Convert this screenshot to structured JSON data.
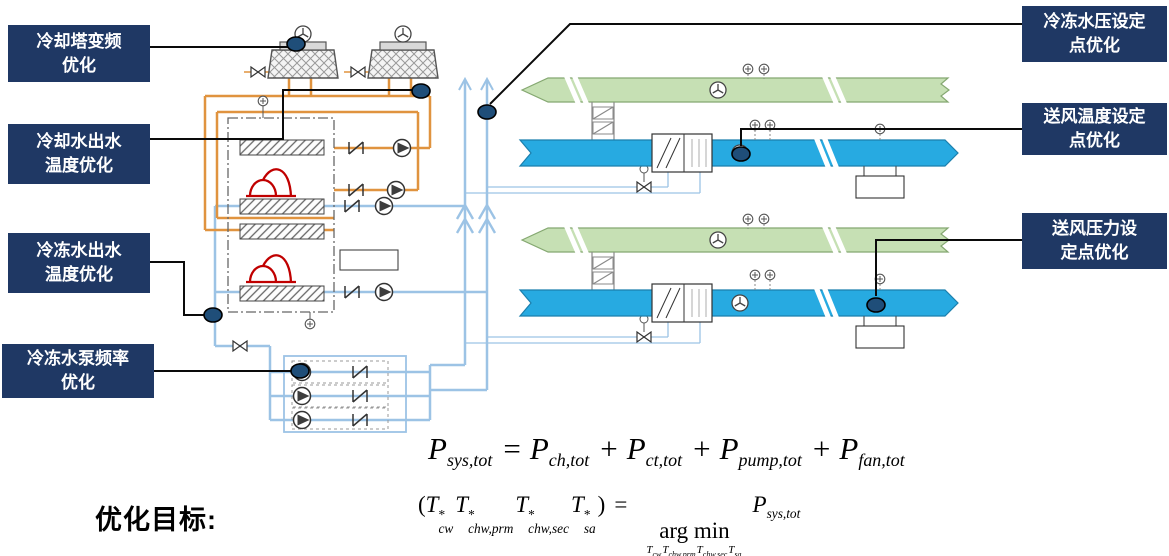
{
  "callouts": [
    {
      "id": "cooling-tower-vfd",
      "label": "冷却塔变频\n优化"
    },
    {
      "id": "cooling-water-outlet-temp",
      "label": "冷却水出水\n温度优化"
    },
    {
      "id": "chilled-water-outlet-temp",
      "label": "冷冻水出水\n温度优化"
    },
    {
      "id": "chilled-water-pump-frequency",
      "label": "冷冻水泵频率\n优化"
    },
    {
      "id": "chilled-water-pressure-setpoint",
      "label": "冷冻水压设定\n点优化"
    },
    {
      "id": "supply-air-temp-setpoint",
      "label": "送风温度设定\n点优化"
    },
    {
      "id": "supply-air-pressure-setpoint",
      "label": "送风压力设\n定点优化"
    }
  ],
  "objective_label": "优化目标:",
  "formulas": {
    "power": {
      "t1b": "P",
      "t1s": "sys,tot",
      "eq": "=",
      "t2b": "P",
      "t2s": "ch,tot",
      "p1": "+",
      "t3b": "P",
      "t3s": "ct,tot",
      "p2": "+",
      "t4b": "P",
      "t4s": "pump,tot",
      "p3": "+",
      "t5b": "P",
      "t5s": "fan,tot"
    },
    "argmin": {
      "open": "(",
      "v1b": "T",
      "v1p": "*",
      "v1s": "cw",
      "v2b": "T",
      "v2p": "*",
      "v2s": "chw,prm",
      "v3b": "T",
      "v3p": "*",
      "v3s": "chw,sec",
      "v4b": "T",
      "v4p": "*",
      "v4s": "sa",
      "close": ")",
      "eq": "=",
      "op": "arg min",
      "u1b": "T",
      "u1s": "cw",
      "u2b": "T",
      "u2s": "chw,prm",
      "u3b": "T",
      "u3s": "chw,sec",
      "u4b": "T",
      "u4s": "sa",
      "rb": "P",
      "rs": "sys,tot"
    }
  },
  "colors": {
    "callout_bg": "#1F3864",
    "callout_text": "#FFFFFF",
    "marker_dot": "#1F4E79",
    "supply_air_duct": "#27AAE1",
    "return_air_duct": "#C6E0B4",
    "condenser_water_pipe": "#E0933F",
    "chilled_water_pipe": "#9CC3E5",
    "compressor_red": "#C00000"
  }
}
